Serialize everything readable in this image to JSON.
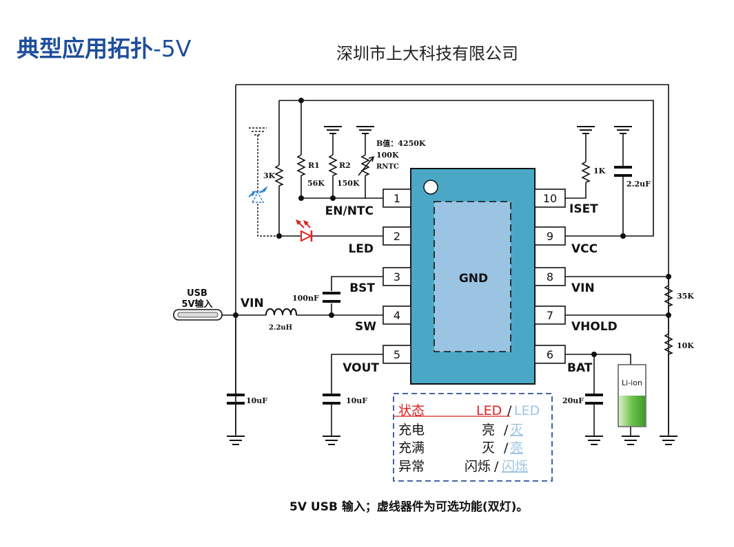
{
  "title": {
    "main": "典型应用拓扑",
    "suffix": "-5V"
  },
  "company": "深圳市上大科技有限公司",
  "caption": "5V USB 输入；虚线器件为可选功能(双灯)。",
  "chip": {
    "center_label": "GND",
    "pins": [
      {
        "num": "1",
        "label": "EN/NTC"
      },
      {
        "num": "2",
        "label": "LED"
      },
      {
        "num": "3",
        "label": "BST"
      },
      {
        "num": "4",
        "label": "SW"
      },
      {
        "num": "5",
        "label": "VOUT"
      },
      {
        "num": "6",
        "label": "BAT"
      },
      {
        "num": "7",
        "label": "VHOLD"
      },
      {
        "num": "8",
        "label": "VIN"
      },
      {
        "num": "9",
        "label": "VCC"
      },
      {
        "num": "10",
        "label": "ISET"
      }
    ]
  },
  "components": {
    "usb_label_1": "USB",
    "usb_label_2": "5V输入",
    "vin_label": "VIN",
    "r3k": "3K",
    "r1": "R1",
    "r1_val": "56K",
    "r2": "R2",
    "r2_val": "150K",
    "ntc_b": "B值：4250K",
    "ntc_val": "100K",
    "ntc_name": "RNTC",
    "r_iset": "1K",
    "c_vcc": "2.2uF",
    "c_bst": "100nF",
    "inductor": "2.2uH",
    "c_in": "10uF",
    "c_out": "10uF",
    "c_bat": "20uF",
    "r_top": "35K",
    "r_bot": "10K",
    "battery": "Li-ion"
  },
  "legend": {
    "header_state": "状态",
    "header_led": "LED",
    "header_led2": "LED",
    "rows": [
      {
        "state": "充电",
        "led": "亮",
        "led2": "灭"
      },
      {
        "state": "充满",
        "led": "灭",
        "led2": "亮"
      },
      {
        "state": "异常",
        "led": "闪烁",
        "led2": "闪烁"
      }
    ],
    "sep": "/"
  },
  "colors": {
    "title": "#1f4e9c",
    "chip_body": "#4aa8c6",
    "chip_pad": "#9ac4e2",
    "led_red": "#e02020",
    "led_blue": "#2a7fd4",
    "legend_border": "#2b4f9a",
    "battery_green": "#6cc24a"
  }
}
